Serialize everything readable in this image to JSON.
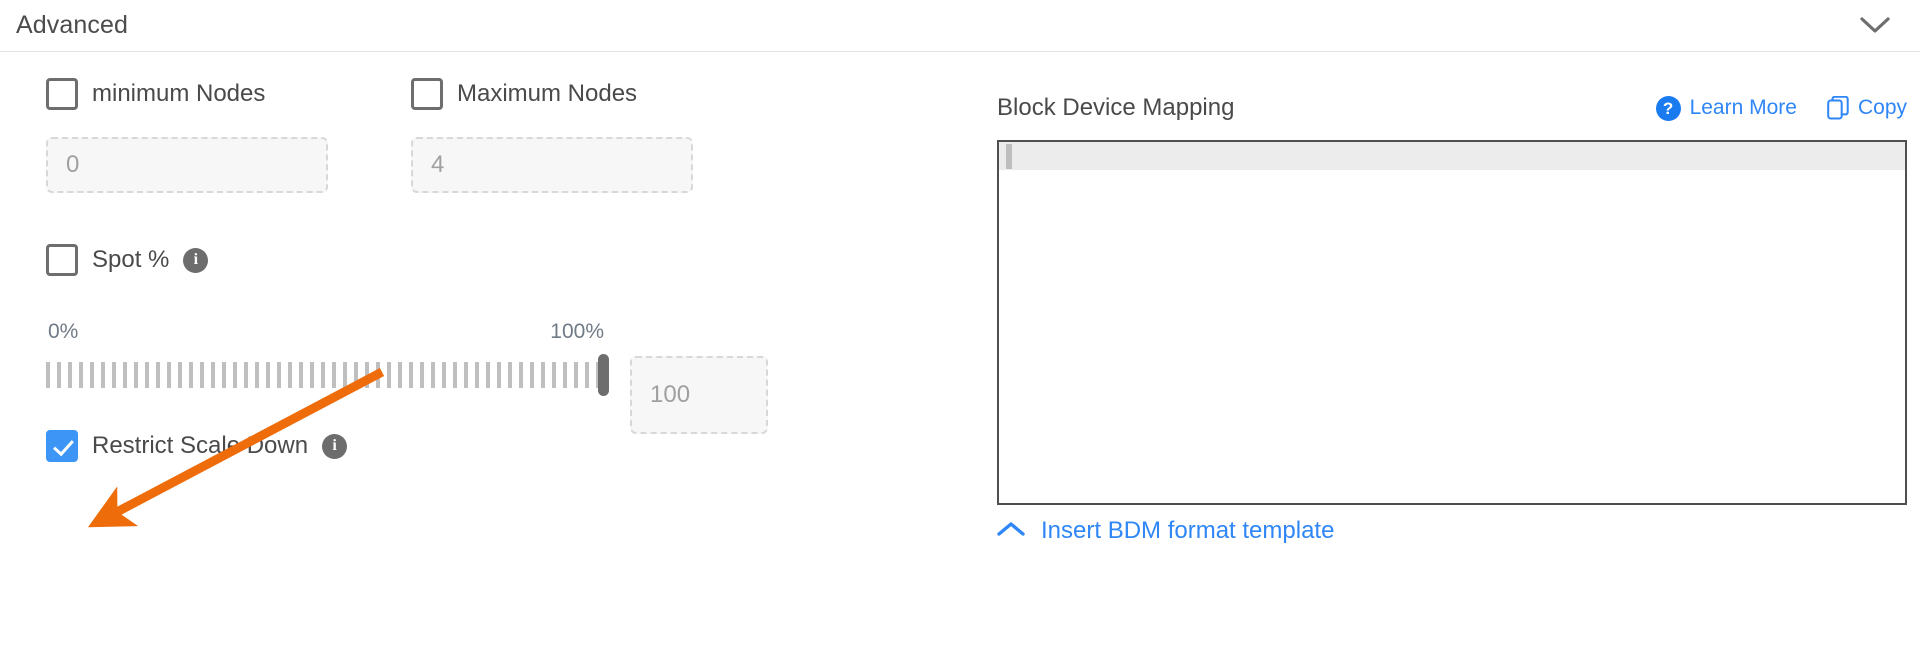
{
  "section": {
    "title": "Advanced",
    "collapse_icon": "chevron-down-icon"
  },
  "advanced": {
    "min_nodes": {
      "label": "minimum Nodes",
      "checked": false,
      "value": "",
      "placeholder": "0"
    },
    "max_nodes": {
      "label": "Maximum Nodes",
      "checked": false,
      "value": "",
      "placeholder": "4"
    },
    "spot": {
      "label": "Spot %",
      "checked": false,
      "info_icon": "info-icon"
    },
    "slider": {
      "min_label": "0%",
      "max_label": "100%",
      "value": 100,
      "min": 0,
      "max": 100,
      "value_placeholder": "100"
    },
    "restrict_scale_down": {
      "label": "Restrict Scale Down",
      "checked": true,
      "info_icon": "info-icon"
    }
  },
  "bdm": {
    "title": "Block Device Mapping",
    "help_icon": "question-mark-circle-icon",
    "learn_more_label": "Learn More",
    "copy_icon": "copy-icon",
    "copy_label": "Copy",
    "editor_content": "",
    "insert_template_icon": "chevron-up-icon",
    "insert_template_label": "Insert BDM format template"
  },
  "colors": {
    "accent_blue": "#2f86f6",
    "checkbox_checked": "#3d95f5",
    "annotation_orange": "#ef6c0a",
    "info_gray": "#6d6d6d",
    "editor_border": "#4f4f4f"
  }
}
